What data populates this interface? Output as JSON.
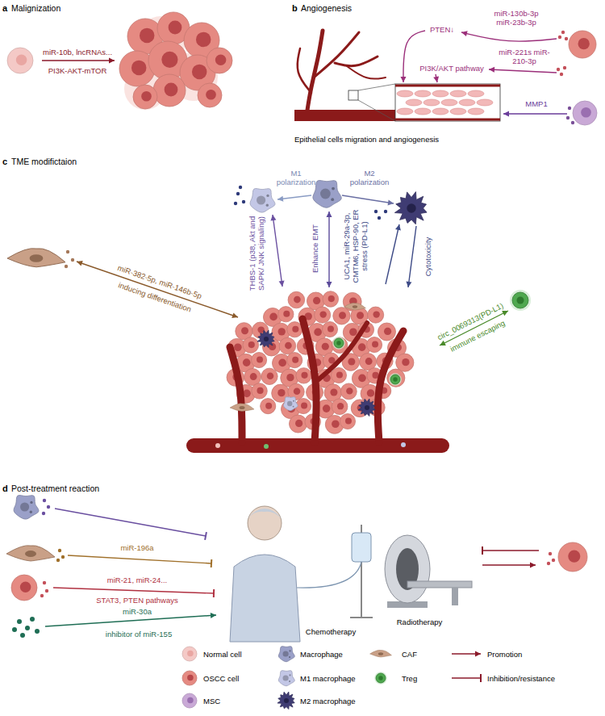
{
  "diagram": {
    "labels": [
      "a",
      "Malignization",
      "miR-10b, lncRNAs...",
      "PI3K-AKT-mTOR",
      "b",
      "Angiogenesis",
      "PTEN↓",
      "miR-130b-3p miR-23b-3p",
      "PI3K/AKT pathway",
      "miR-221s miR-210-3p",
      "MMP1",
      "Epithelial cells migration and angiogenesis",
      "c",
      "TME modifictaion",
      "M1 polarization",
      "M2 polarization",
      "THBS-1 (p38, Akt and SAPK/ JNK signaling)",
      "Enhance EMT",
      "UCA1, miR-29a-3p, CMTM6, HSP-90, ER stress (PD-L1)",
      "Cytotoxicity",
      "miR-382-5p, miR-146b-5p",
      "inducing differentiation",
      "circ_0069313(PD-L1)",
      "immune escaping",
      "d",
      "Post-treatment reaction",
      "miR-196a",
      "miR-21, miR-24...",
      "STAT3, PTEN pathways",
      "miR-30a",
      "inhibitor of miR-155",
      "Chemotherapy",
      "Radiotherapy"
    ],
    "legend": [
      {
        "text": "Normal cell"
      },
      {
        "text": "Macrophage"
      },
      {
        "text": "CAF"
      },
      {
        "text": "Promotion"
      },
      {
        "text": "OSCC cell"
      },
      {
        "text": "M1 macrophage"
      },
      {
        "text": "Treg"
      },
      {
        "text": "Inhibition/resistance"
      },
      {
        "text": "MSC"
      },
      {
        "text": "M2 macrophage"
      }
    ]
  }
}
